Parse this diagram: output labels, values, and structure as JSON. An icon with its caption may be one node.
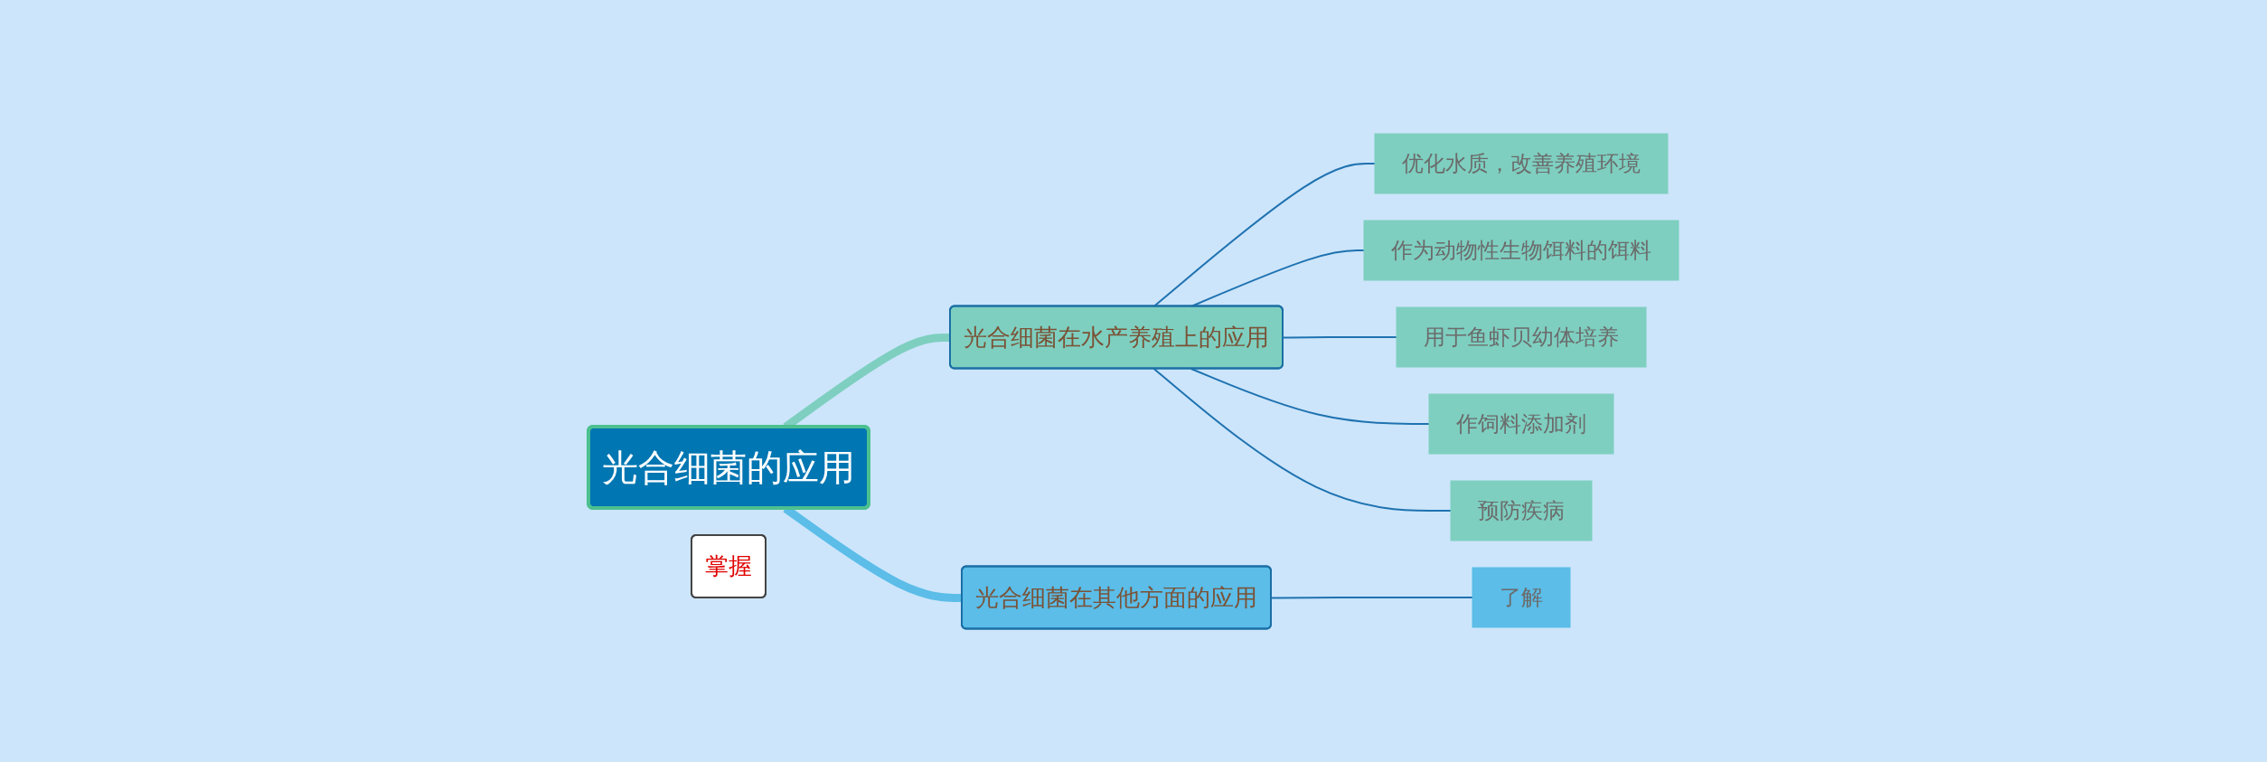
{
  "diagram": {
    "nodes": [
      {
        "text": [
          "光合细菌的应用"
        ]
      },
      {
        "text": [
          "光合细菌在水产养殖上的应用"
        ]
      },
      {
        "text": [
          "光合细菌在其他方面的应用"
        ]
      },
      {
        "text": [
          "优化水质，改善养殖环境"
        ]
      },
      {
        "text": [
          "作为动物性生物饵料的饵料"
        ]
      },
      {
        "text": [
          "用于鱼虾贝幼体培养"
        ]
      },
      {
        "text": [
          "作饲料添加剂"
        ]
      },
      {
        "text": [
          "预防疾病"
        ]
      },
      {
        "text": [
          "掌握"
        ]
      },
      {
        "text": [
          "了解"
        ]
      }
    ],
    "edges": [
      {
        "from": 0,
        "to": 1,
        "arrow": "none",
        "style": "thick",
        "color": "#7ecfc0"
      },
      {
        "from": 0,
        "to": 2,
        "arrow": "none",
        "style": "thick",
        "color": "#5bbde8"
      },
      {
        "from": 1,
        "to": 3,
        "arrow": "none"
      },
      {
        "from": 1,
        "to": 4,
        "arrow": "none"
      },
      {
        "from": 1,
        "to": 5,
        "arrow": "none"
      },
      {
        "from": 1,
        "to": 6,
        "arrow": "none"
      },
      {
        "from": 1,
        "to": 7,
        "arrow": "none"
      },
      {
        "from": 2,
        "to": 9,
        "arrow": "none"
      }
    ]
  }
}
